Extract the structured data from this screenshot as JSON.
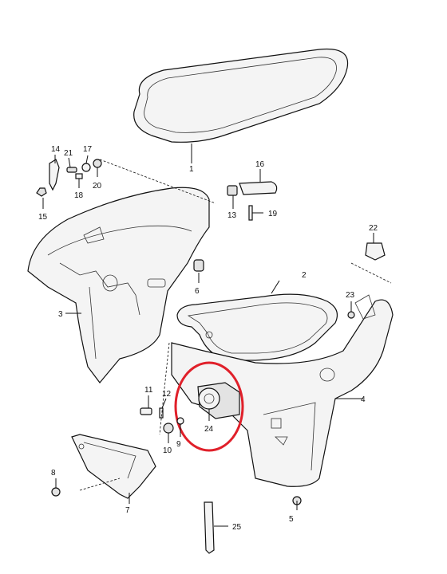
{
  "callouts": [
    {
      "id": "p1",
      "label": "1"
    },
    {
      "id": "p2",
      "label": "2"
    },
    {
      "id": "p3",
      "label": "3"
    },
    {
      "id": "p4",
      "label": "4"
    },
    {
      "id": "p5",
      "label": "5"
    },
    {
      "id": "p6",
      "label": "6"
    },
    {
      "id": "p7",
      "label": "7"
    },
    {
      "id": "p8",
      "label": "8"
    },
    {
      "id": "p9",
      "label": "9"
    },
    {
      "id": "p10",
      "label": "10"
    },
    {
      "id": "p11",
      "label": "11"
    },
    {
      "id": "p12",
      "label": "12"
    },
    {
      "id": "p13",
      "label": "13"
    },
    {
      "id": "p14",
      "label": "14"
    },
    {
      "id": "p15",
      "label": "15"
    },
    {
      "id": "p16",
      "label": "16"
    },
    {
      "id": "p17",
      "label": "17"
    },
    {
      "id": "p18",
      "label": "18"
    },
    {
      "id": "p19",
      "label": "19"
    },
    {
      "id": "p20",
      "label": "20"
    },
    {
      "id": "p21",
      "label": "21"
    },
    {
      "id": "p22",
      "label": "22"
    },
    {
      "id": "p23",
      "label": "23"
    },
    {
      "id": "p24",
      "label": "24"
    },
    {
      "id": "p25",
      "label": "25"
    }
  ],
  "highlight": {
    "part": "24",
    "color": "#e0202a"
  },
  "colors": {
    "line": "#111111",
    "fill": "#f4f4f4",
    "shade": "#e3e3e3"
  }
}
